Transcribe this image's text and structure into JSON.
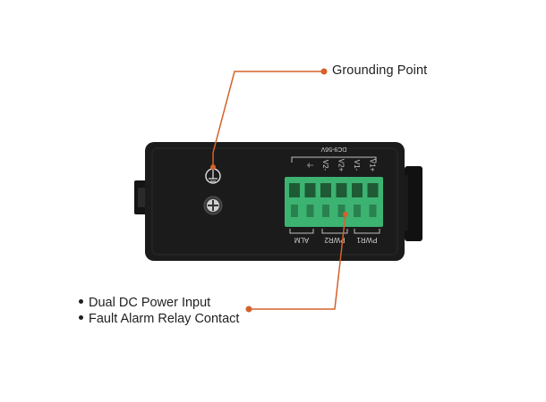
{
  "callouts": {
    "grounding": "Grounding Point",
    "power_items": [
      "Dual DC Power Input",
      "Fault Alarm Relay Contact"
    ]
  },
  "device": {
    "voltage_label": "DC9-56V",
    "terminal_top_labels": [
      "V1+",
      "V1-",
      "V2+",
      "V2-",
      "⏚",
      ""
    ],
    "group_labels": {
      "pwr1": "PWR1",
      "pwr2": "PWR2",
      "alm": "ALM"
    }
  },
  "colors": {
    "accent": "#d4622a",
    "body": "#1b1b1b",
    "terminal": "#3cb371"
  },
  "icons": [
    "ground-icon",
    "screw-icon"
  ]
}
